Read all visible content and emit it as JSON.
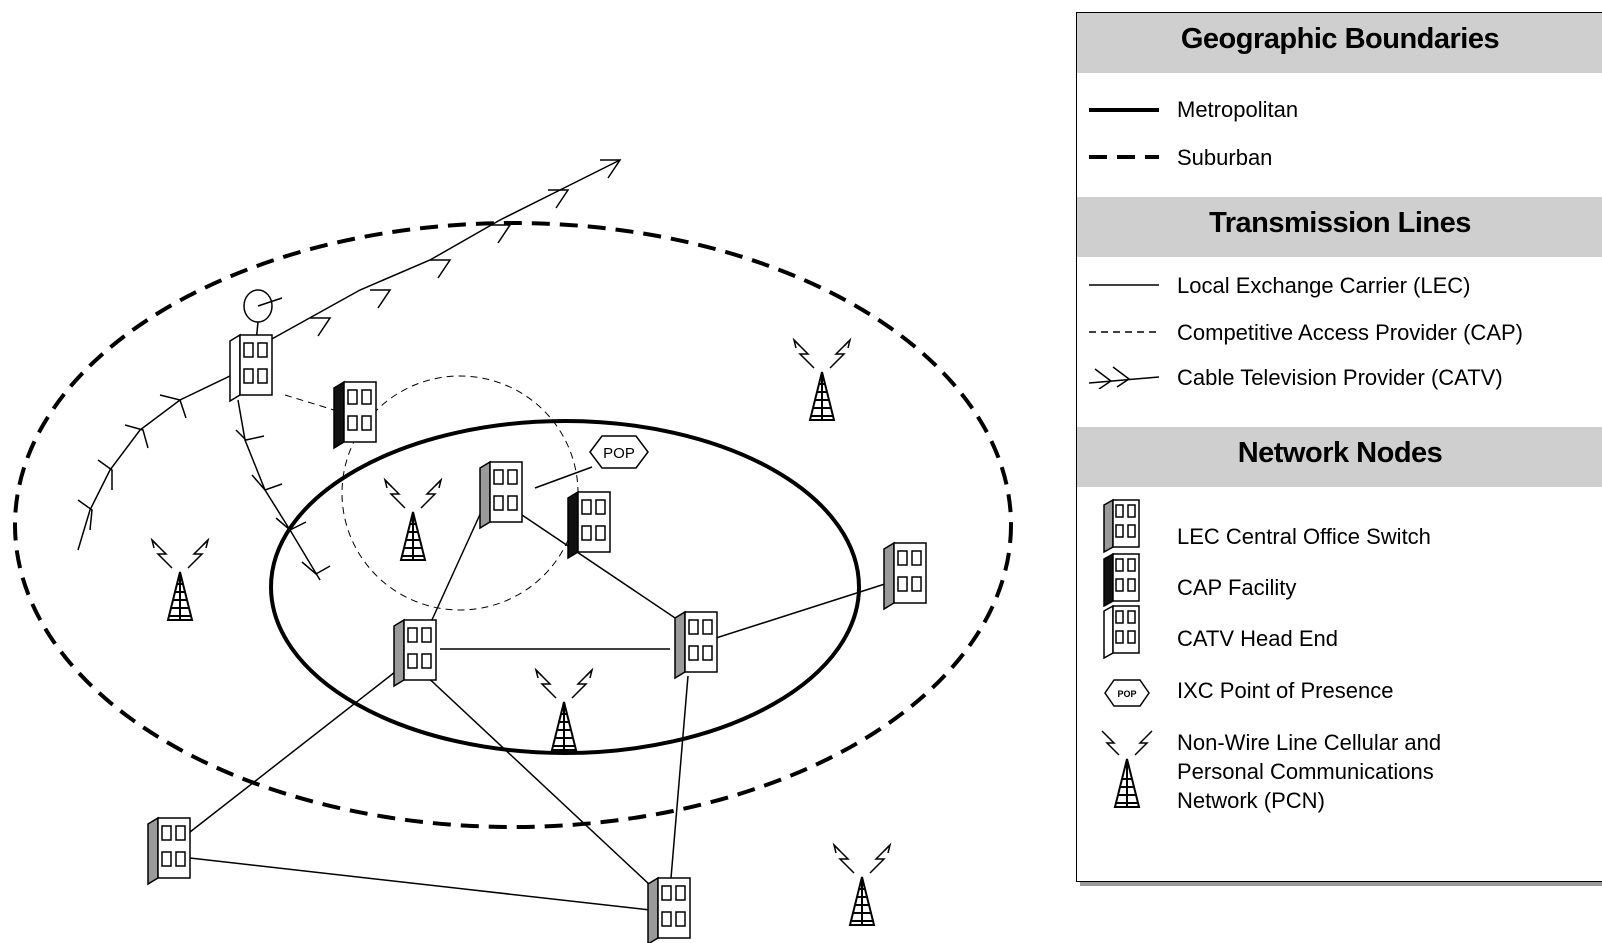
{
  "diagram": {
    "pop_label": "POP",
    "legend_pop_label": "POP"
  },
  "legend": {
    "sections": [
      {
        "title": "Geographic Boundaries",
        "items": [
          {
            "symbol": "solid-thick-line",
            "label": "Metropolitan"
          },
          {
            "symbol": "dashed-thick-line",
            "label": "Suburban"
          }
        ]
      },
      {
        "title": "Transmission Lines",
        "items": [
          {
            "symbol": "solid-thin-line",
            "label": "Local Exchange Carrier (LEC)"
          },
          {
            "symbol": "dashed-thin-line",
            "label": "Competitive Access Provider (CAP)"
          },
          {
            "symbol": "feathered-line",
            "label": "Cable Television Provider (CATV)"
          }
        ]
      },
      {
        "title": "Network Nodes",
        "items": [
          {
            "symbol": "gray-building-icon",
            "label": "LEC Central Office Switch"
          },
          {
            "symbol": "black-building-icon",
            "label": "CAP Facility"
          },
          {
            "symbol": "white-building-icon",
            "label": "CATV Head End"
          },
          {
            "symbol": "pop-hexagon-icon",
            "label": "IXC Point of Presence"
          },
          {
            "symbol": "cell-tower-icon",
            "label_lines": [
              "Non-Wire Line Cellular and",
              "Personal Communications",
              "Network (PCN)"
            ]
          }
        ]
      }
    ]
  },
  "colors": {
    "lec_switch": "#9a9a9a",
    "cap_facility": "#111111",
    "catv_head_end": "#ffffff",
    "legend_header": "#cfcfcf"
  }
}
